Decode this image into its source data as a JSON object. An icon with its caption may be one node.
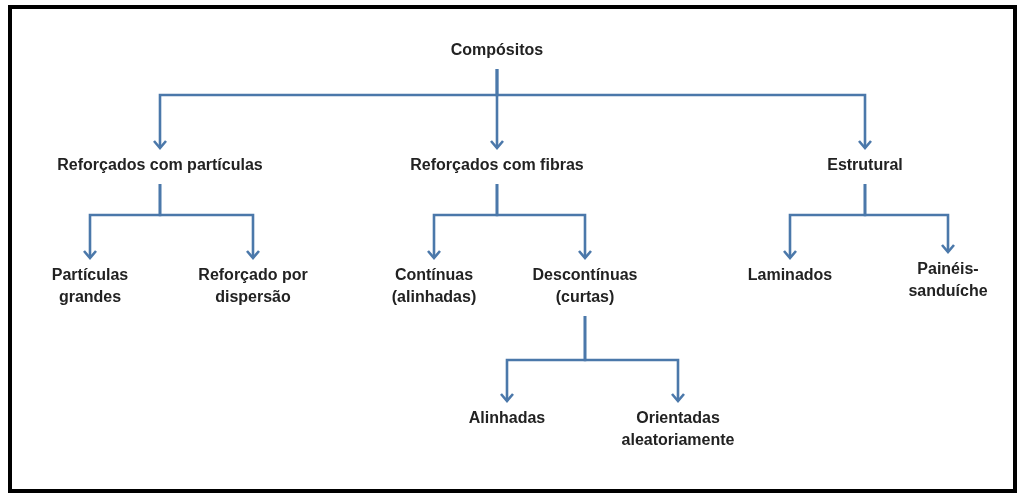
{
  "diagram": {
    "nodes": [
      {
        "text": [
          "Compósitos"
        ]
      },
      {
        "text": [
          "Reforçados com partículas"
        ]
      },
      {
        "text": [
          "Reforçados com fibras"
        ]
      },
      {
        "text": [
          "Estrutural"
        ]
      },
      {
        "text": [
          "Partículas grandes"
        ]
      },
      {
        "text": [
          "Reforçado por dispersão"
        ]
      },
      {
        "text": [
          "Contínuas (alinhadas)"
        ]
      },
      {
        "text": [
          "Descontínuas (curtas)"
        ]
      },
      {
        "text": [
          "Laminados"
        ]
      },
      {
        "text": [
          "Painéis- sanduíche"
        ]
      },
      {
        "text": [
          "Alinhadas"
        ]
      },
      {
        "text": [
          "Orientadas aleatoriamente"
        ]
      }
    ],
    "edges": [
      {
        "from": 0,
        "to": 1,
        "arrow": "to"
      },
      {
        "from": 0,
        "to": 2,
        "arrow": "to"
      },
      {
        "from": 0,
        "to": 3,
        "arrow": "to"
      },
      {
        "from": 1,
        "to": 4,
        "arrow": "to"
      },
      {
        "from": 1,
        "to": 5,
        "arrow": "to"
      },
      {
        "from": 2,
        "to": 6,
        "arrow": "to"
      },
      {
        "from": 2,
        "to": 7,
        "arrow": "to"
      },
      {
        "from": 3,
        "to": 8,
        "arrow": "to"
      },
      {
        "from": 3,
        "to": 9,
        "arrow": "to"
      },
      {
        "from": 7,
        "to": 10,
        "arrow": "to"
      },
      {
        "from": 7,
        "to": 11,
        "arrow": "to"
      }
    ]
  }
}
